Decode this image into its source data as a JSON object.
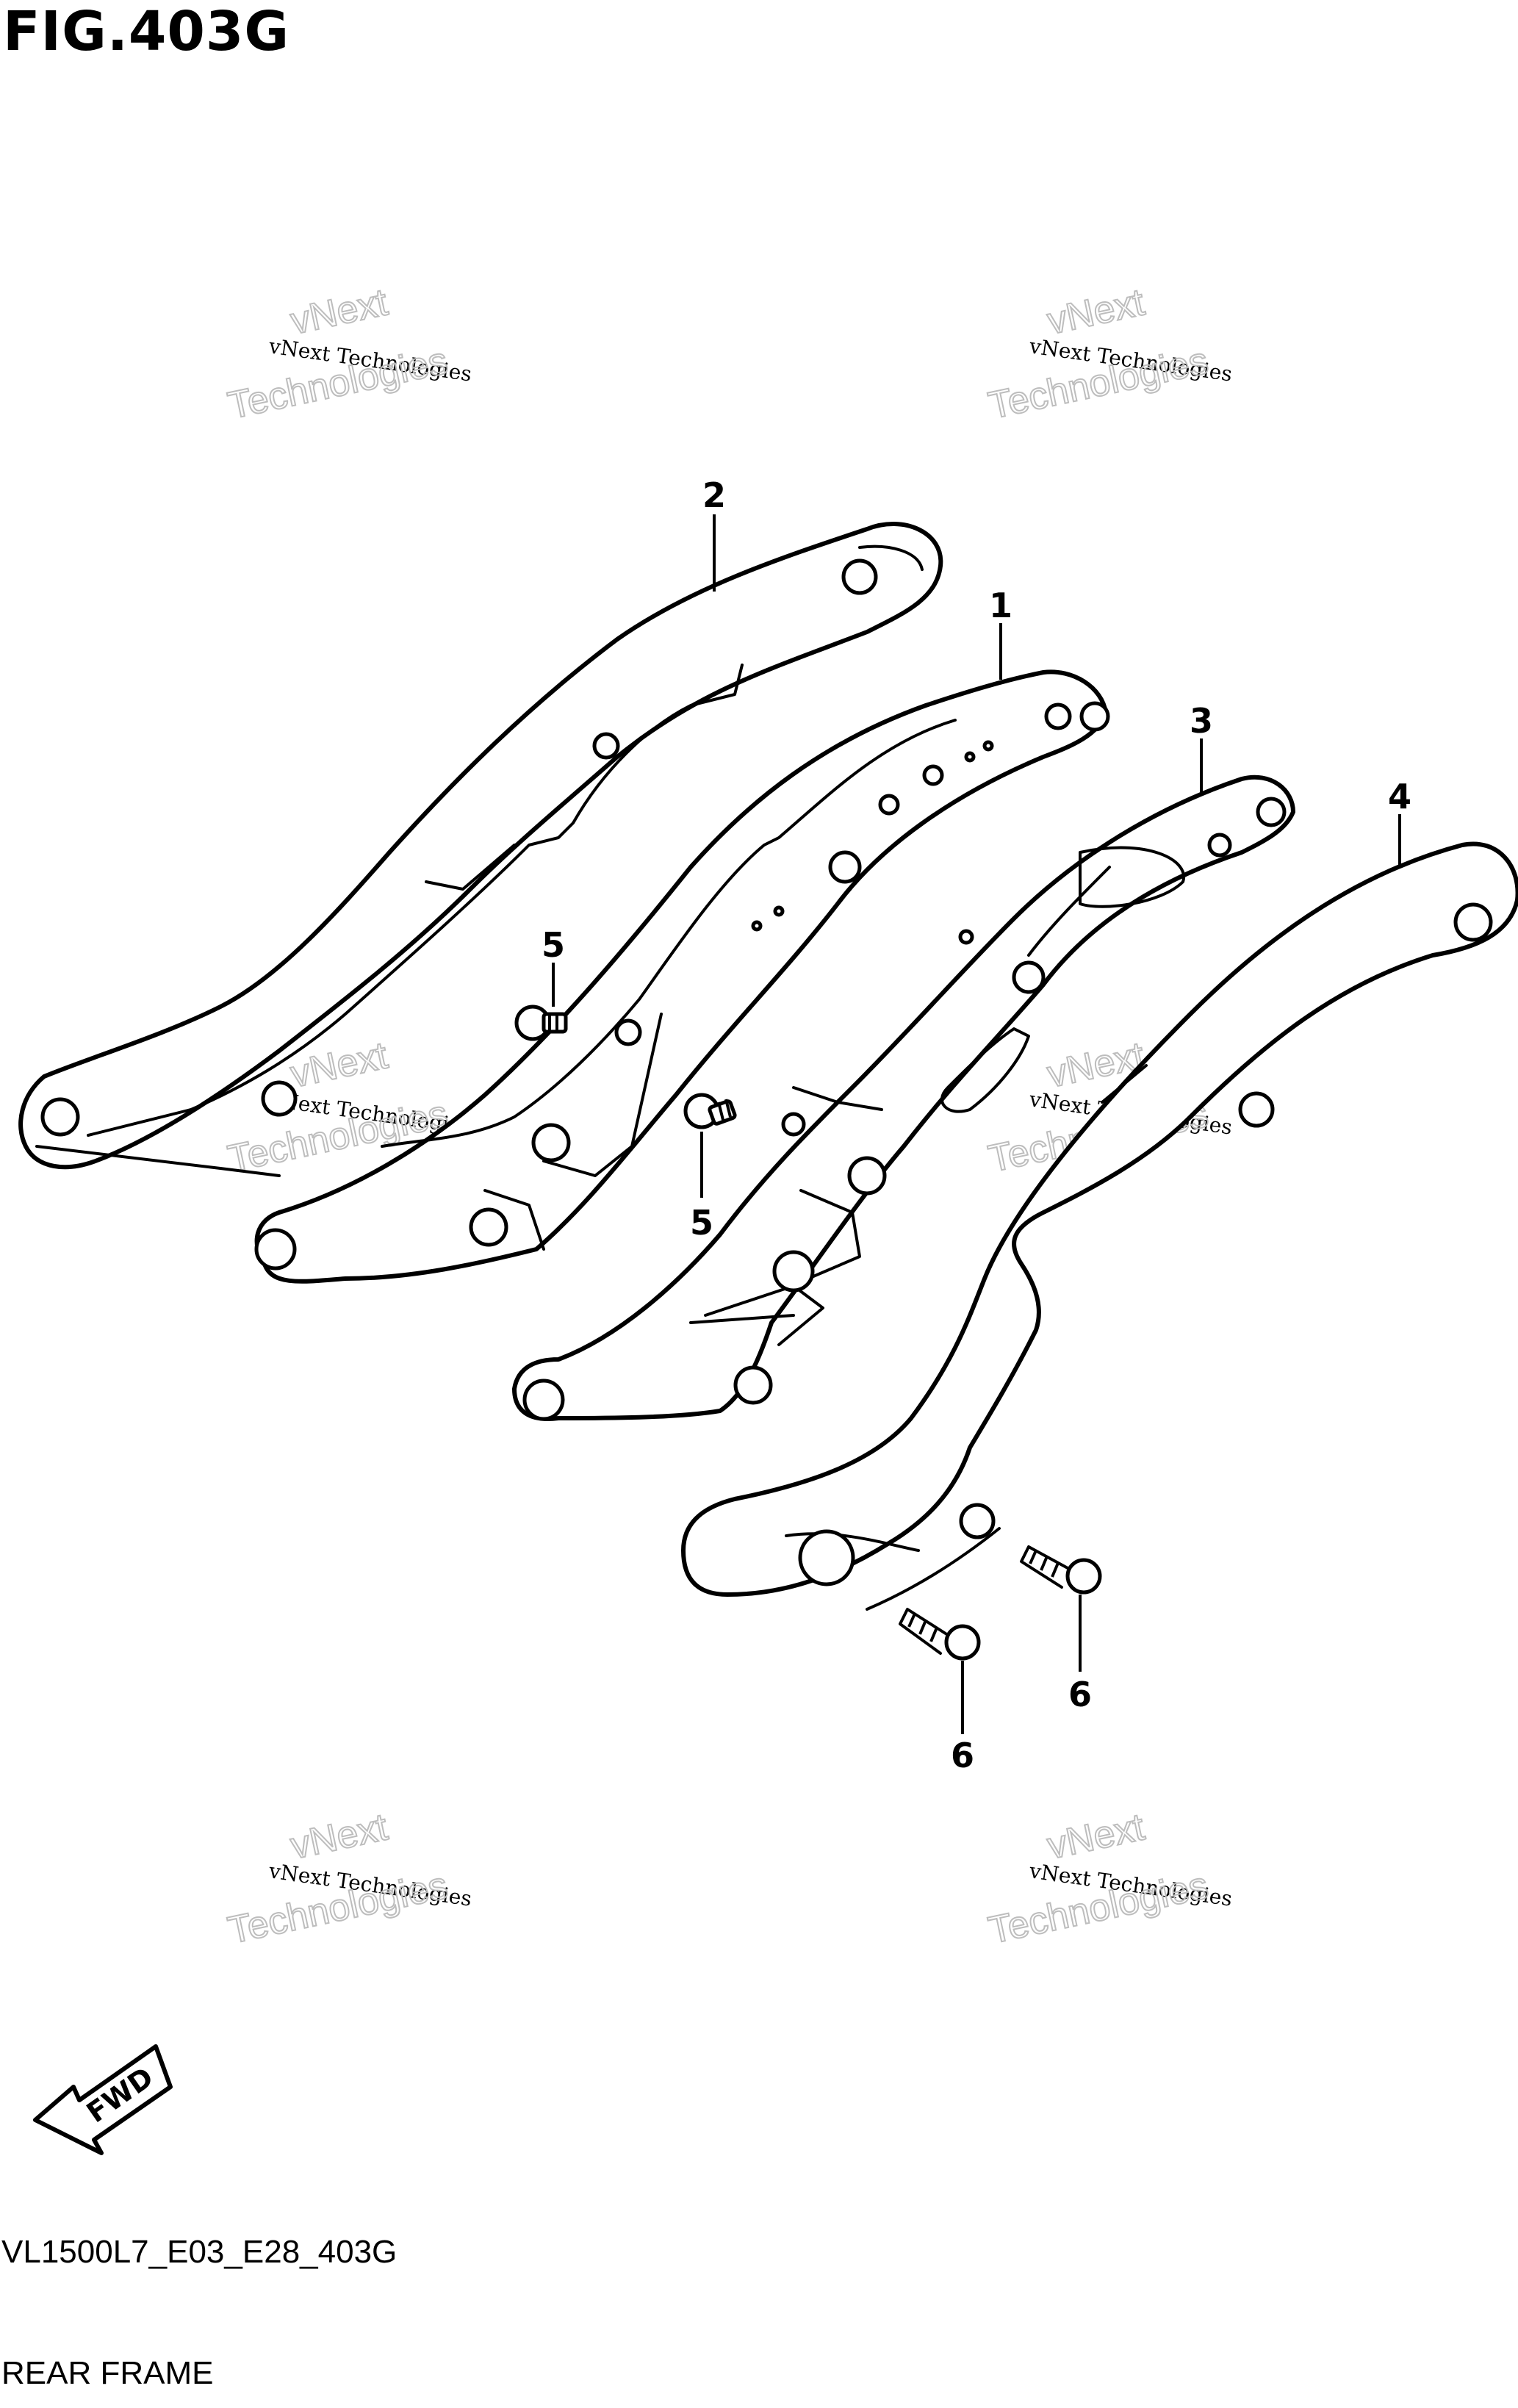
{
  "figure": {
    "title": "FIG.403G",
    "code": "VL1500L7_E03_E28_403G",
    "name": "REAR FRAME"
  },
  "callouts": [
    {
      "label": "1"
    },
    {
      "label": "2"
    },
    {
      "label": "3"
    },
    {
      "label": "4"
    },
    {
      "label": "5"
    },
    {
      "label": "5"
    },
    {
      "label": "6"
    },
    {
      "label": "6"
    }
  ],
  "watermark": {
    "line1": "vNext",
    "line2": "vNext Technologies",
    "line3": "Technologies"
  },
  "direction_indicator": {
    "label": "FWD",
    "icon": "fwd-arrow-icon"
  }
}
